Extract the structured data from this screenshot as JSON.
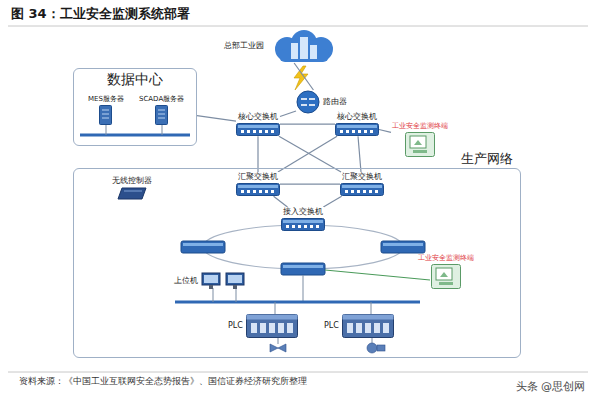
{
  "diagram": {
    "title": "图 34：工业安全监测系统部署",
    "caption": "资料来源：《中国工业互联网安全态势报告》、国信证券经济研究所整理",
    "nodes": [
      {
        "text": [
          "总部工业园"
        ]
      },
      {
        "text": [
          "数据中心"
        ]
      },
      {
        "text": [
          "MES服务器"
        ],
        "in": 1
      },
      {
        "text": [
          "SCADA服务器"
        ],
        "in": 1
      },
      {
        "text": [
          "路由器"
        ]
      },
      {
        "text": [
          "核心交换机"
        ]
      },
      {
        "text": [
          "核心交换机"
        ]
      },
      {
        "text": [
          "工业安全监测终端"
        ]
      },
      {
        "text": [
          "生产网络"
        ]
      },
      {
        "text": [
          "无线控制器"
        ],
        "in": 8
      },
      {
        "text": [
          "汇聚交换机"
        ],
        "in": 8
      },
      {
        "text": [
          "汇聚交换机"
        ],
        "in": 8
      },
      {
        "text": [
          "接入交换机"
        ],
        "in": 8
      },
      {
        "text": [
          "工业安全监测终端"
        ],
        "in": 8
      },
      {
        "text": [
          "上位机"
        ],
        "in": 8
      },
      {
        "text": [
          "PLC"
        ],
        "in": 8
      },
      {
        "text": [
          "PLC"
        ],
        "in": 8
      }
    ],
    "edges": [
      {
        "from": 0,
        "to": 4,
        "arrow": "none"
      },
      {
        "from": 4,
        "to": 5,
        "arrow": "none"
      },
      {
        "from": 4,
        "to": 6,
        "arrow": "none"
      },
      {
        "from": 1,
        "to": 5,
        "arrow": "none"
      },
      {
        "from": 5,
        "to": 6,
        "arrow": "none"
      },
      {
        "from": 6,
        "to": 7,
        "arrow": "none"
      },
      {
        "from": 5,
        "to": 10,
        "arrow": "none"
      },
      {
        "from": 5,
        "to": 11,
        "arrow": "none"
      },
      {
        "from": 6,
        "to": 10,
        "arrow": "none"
      },
      {
        "from": 6,
        "to": 11,
        "arrow": "none"
      },
      {
        "from": 10,
        "to": 11,
        "arrow": "none"
      },
      {
        "from": 10,
        "to": 12,
        "arrow": "none"
      },
      {
        "from": 11,
        "to": 12,
        "arrow": "none"
      }
    ],
    "labels": [
      "头条 @思创网"
    ]
  }
}
